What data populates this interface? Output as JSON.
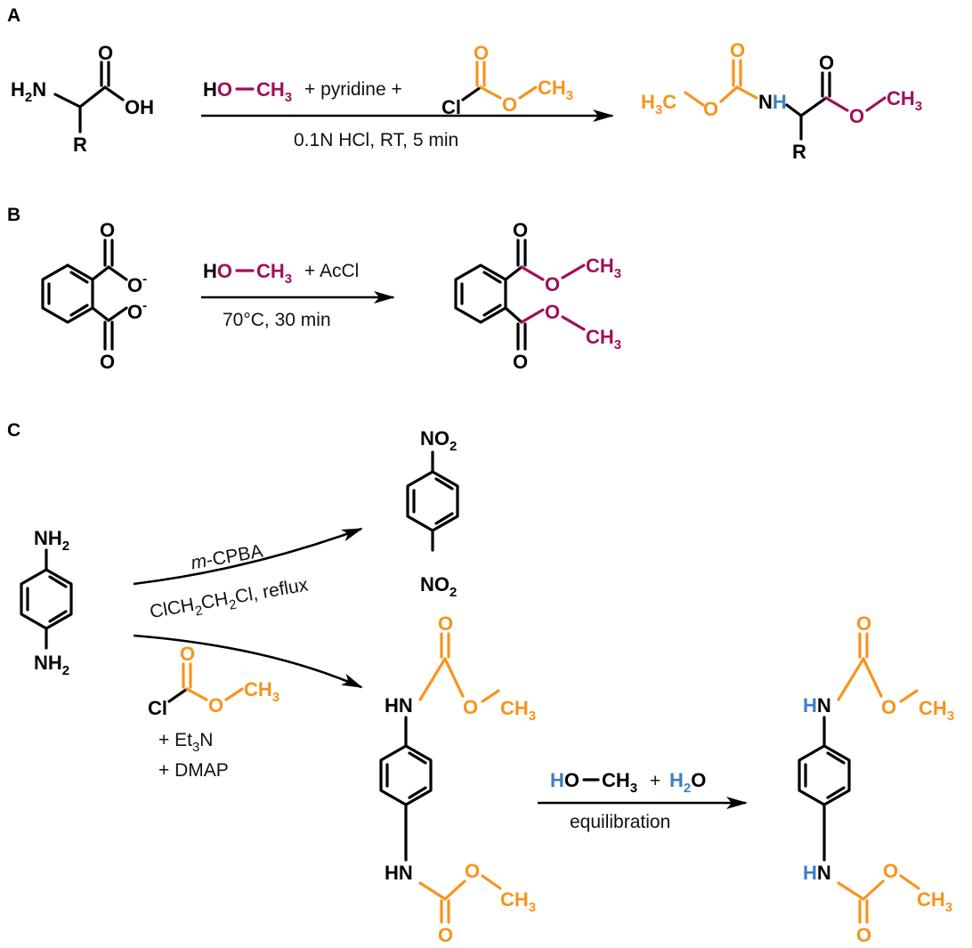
{
  "panels": {
    "a": {
      "label": "A",
      "reactant": {
        "amine": "H",
        "amine_sub": "2",
        "amine_n": "N",
        "carbonyl_o": "O",
        "oh": "OH",
        "r": "R"
      },
      "reagents": {
        "methanol_h": "H",
        "methanol_o": "O",
        "methanol_ch": "CH",
        "methanol_sub": "3",
        "plus_pyridine_plus": "+ pyridine +",
        "cl": "Cl",
        "chloroformate_o_top": "O",
        "chloroformate_o": "O",
        "chloroformate_ch": "CH",
        "chloroformate_sub": "3"
      },
      "conditions": "0.1N HCl, RT, 5 min",
      "product": {
        "h3c_h": "H",
        "h3c_sub": "3",
        "h3c_c": "C",
        "o_ester": "O",
        "o_carbonyl": "O",
        "nh_n": "N",
        "nh_h": "H",
        "r": "R",
        "o_top2": "O",
        "o_methyl": "O",
        "ch": "CH",
        "ch_sub": "3"
      }
    },
    "b": {
      "label": "B",
      "reactant": {
        "o1": "O",
        "o2": "O",
        "o3": "O",
        "o4": "O",
        "minus": "-"
      },
      "reagents": {
        "methanol_h": "H",
        "methanol_o": "O",
        "methanol_ch": "CH",
        "methanol_sub": "3",
        "plus_acetyl": "+ AcCl"
      },
      "conditions": "70°C, 30 min",
      "product": {
        "o_top": "O",
        "o_bottom": "O",
        "o_ester1": "O",
        "o_ester2": "O",
        "ch": "CH",
        "ch_sub": "3"
      }
    },
    "c": {
      "label": "C",
      "reactant": {
        "nh": "NH",
        "sub": "2"
      },
      "route1": {
        "italic_m": "m",
        "reagent": "-CPBA",
        "solvent_a": "ClCH",
        "solvent_sub": "2",
        "solvent_b": "CH",
        "solvent_c": "Cl, reflux"
      },
      "route1_product": {
        "no": "NO",
        "sub": "2"
      },
      "route2": {
        "cl": "Cl",
        "o_top": "O",
        "o": "O",
        "ch": "CH",
        "ch_sub": "3",
        "et": "+ Et",
        "et_sub": "3",
        "et_n": "N",
        "dmap": "+ DMAP"
      },
      "carbamate": {
        "hn": "HN",
        "h": "H",
        "n": "N",
        "o": "O",
        "ch": "CH",
        "ch_sub": "3"
      },
      "equil": {
        "h": "H",
        "o": "O",
        "ch": "CH",
        "ch_sub": "3",
        "plus": "+",
        "water_h": "H",
        "water_sub": "2",
        "water_o": "O",
        "conditions": "equilibration"
      }
    }
  },
  "colors": {
    "orange": "#f7941d",
    "magenta": "#a0105a",
    "blue": "#3b7fc4",
    "black": "#000000"
  }
}
